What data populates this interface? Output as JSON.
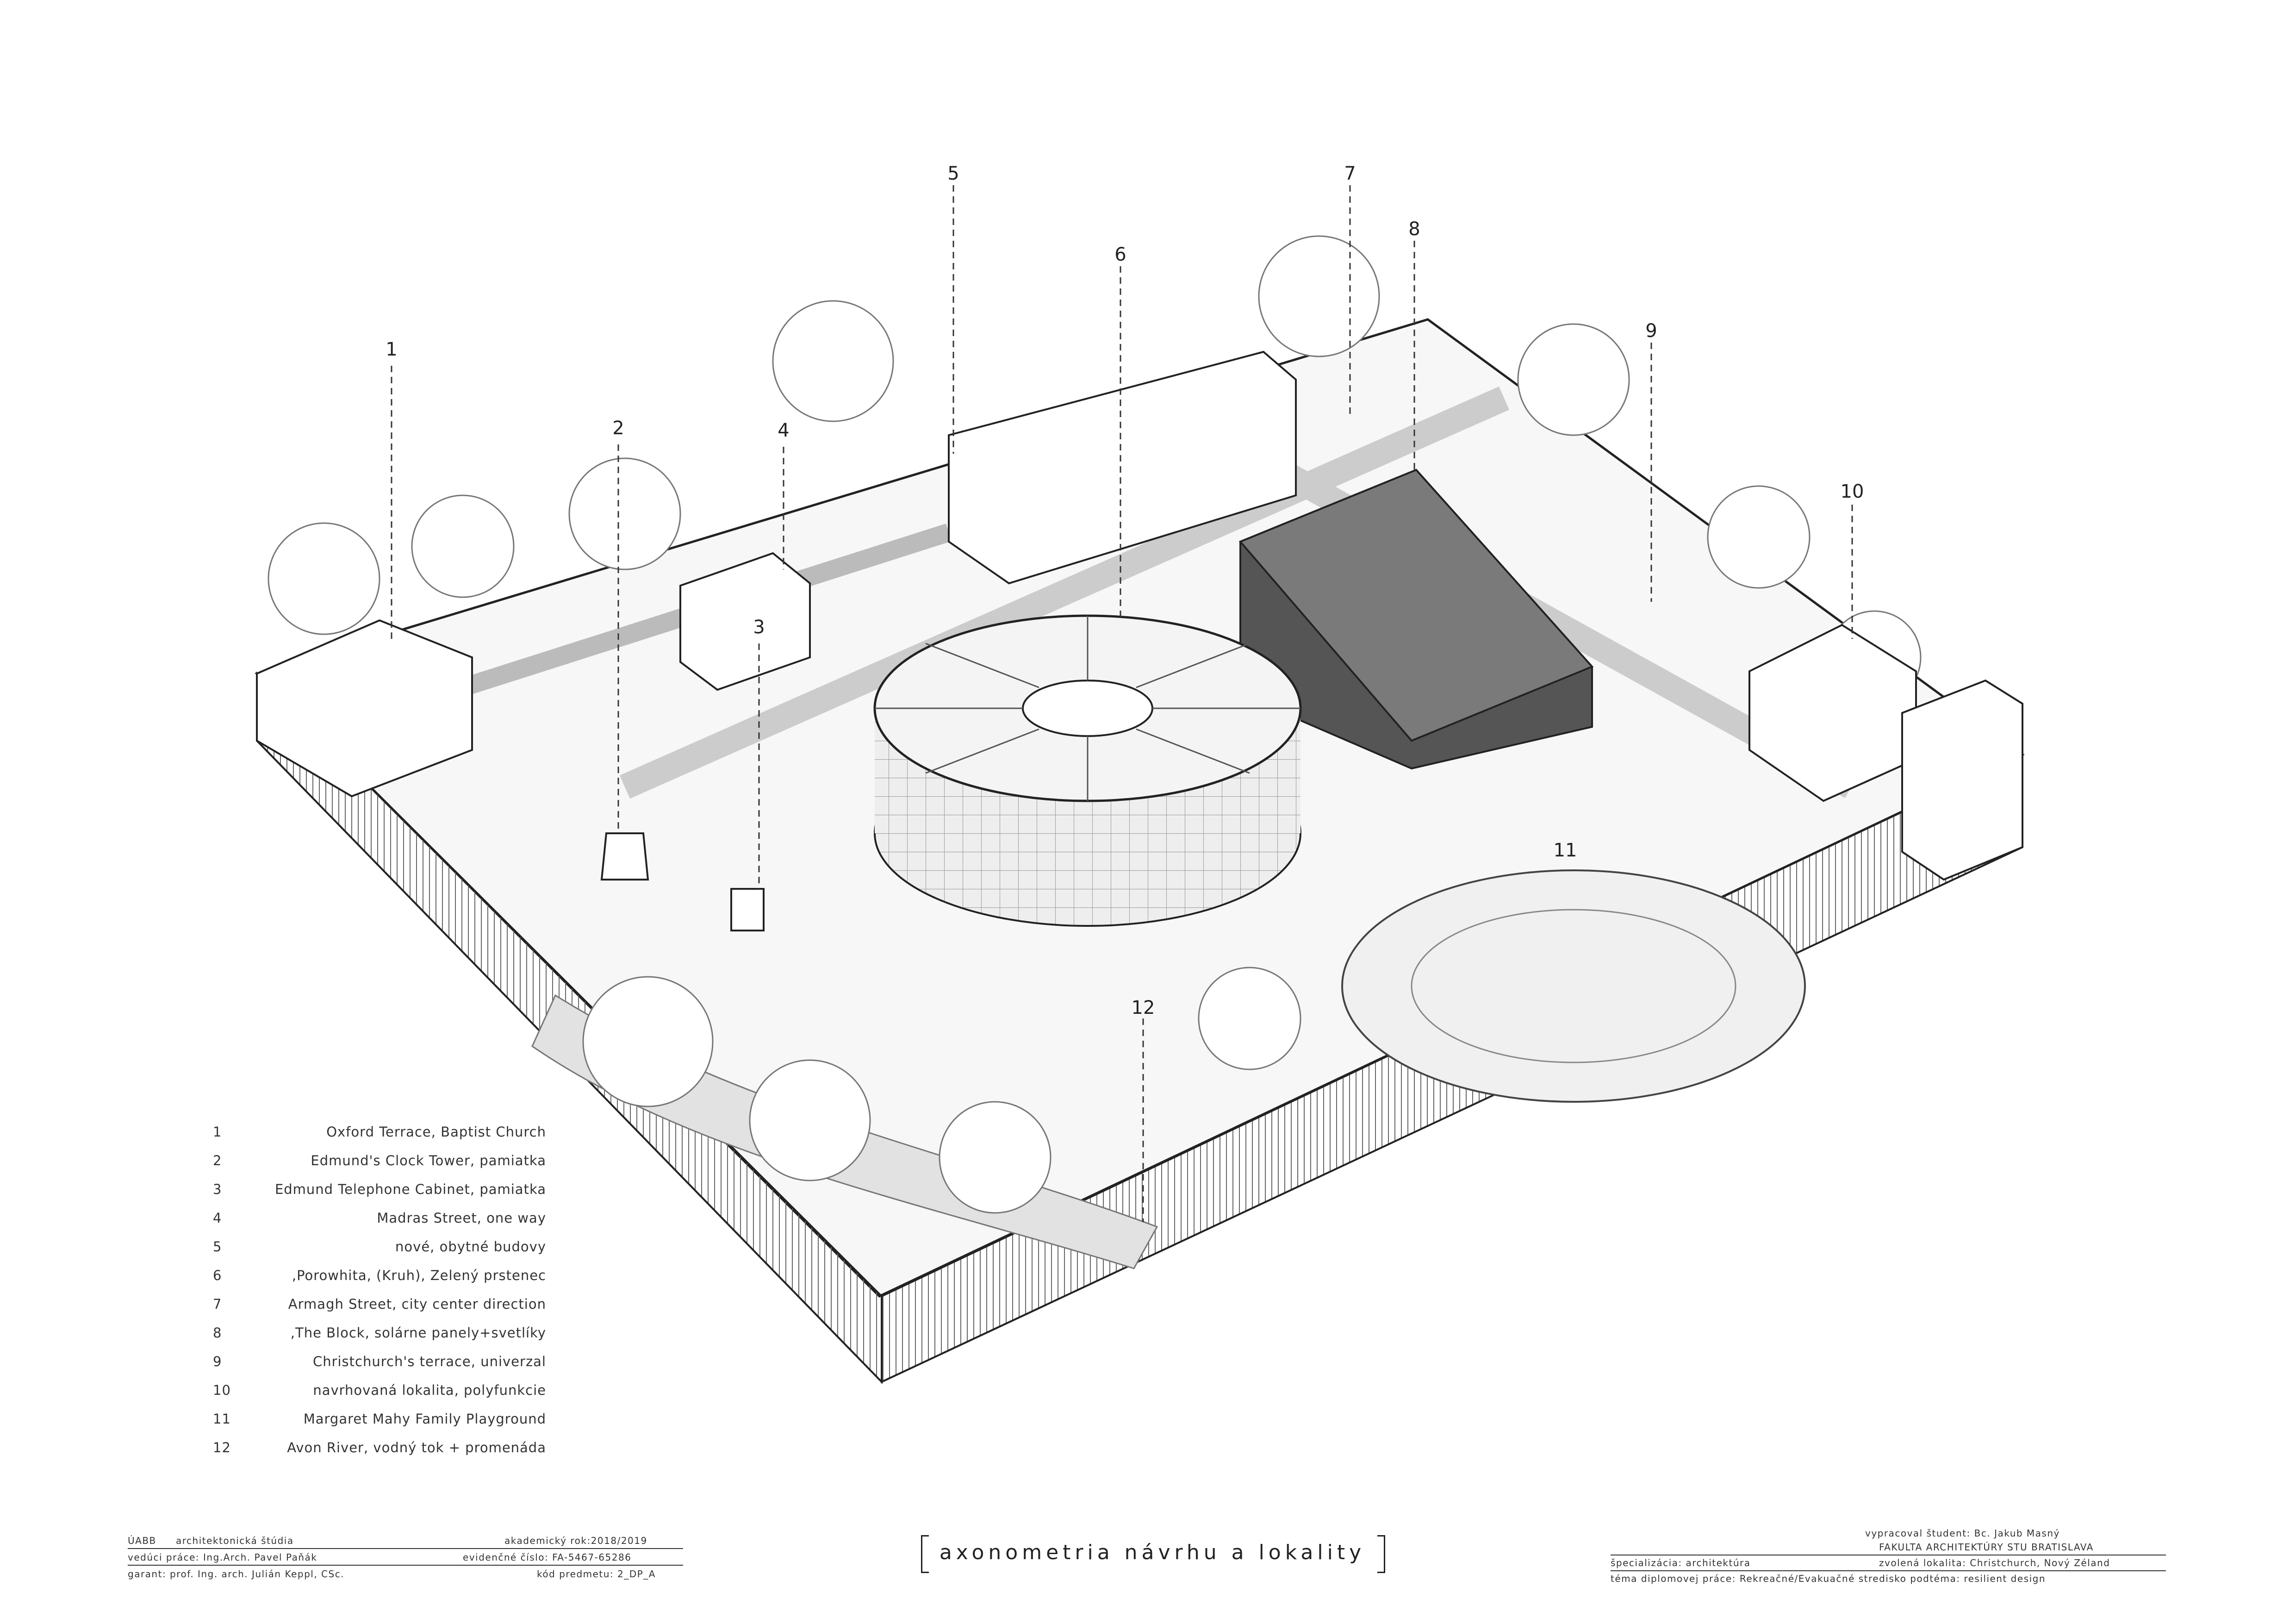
{
  "callouts": [
    "1",
    "2",
    "3",
    "4",
    "5",
    "6",
    "7",
    "8",
    "9",
    "10",
    "11",
    "12"
  ],
  "legend": [
    {
      "num": "1",
      "text": "Oxford Terrace, Baptist Church"
    },
    {
      "num": "2",
      "text": "Edmund's Clock Tower, pamiatka"
    },
    {
      "num": "3",
      "text": "Edmund Telephone Cabinet, pamiatka"
    },
    {
      "num": "4",
      "text": "Madras Street, one way"
    },
    {
      "num": "5",
      "text": "nové, obytné budovy"
    },
    {
      "num": "6",
      "text": ",Porowhita, (Kruh), Zelený prstenec"
    },
    {
      "num": "7",
      "text": "Armagh Street, city center direction"
    },
    {
      "num": "8",
      "text": ",The Block, solárne panely+svetlíky"
    },
    {
      "num": "9",
      "text": "Christchurch's terrace, univerzal"
    },
    {
      "num": "10",
      "text": "navrhovaná lokalita, polyfunkcie"
    },
    {
      "num": "11",
      "text": "Margaret Mahy Family Playground"
    },
    {
      "num": "12",
      "text": "Avon River, vodný tok + promenáda"
    }
  ],
  "title_block_left": {
    "institute": "ÚABB",
    "studio": "architektonická štúdia",
    "supervisor": "vedúci práce: Ing.Arch. Pavel Paňák",
    "guarantor": "garant: prof. Ing. arch. Julián Keppl, CSc.",
    "academic_year": "akademický rok:2018/2019",
    "registration": "evidenčné číslo: FA-5467-65286",
    "subject_code": "kód predmetu: 2_DP_A"
  },
  "sheet_title": "axonometria návrhu a lokality",
  "title_block_right": {
    "student": "vypracoval študent: Bc. Jakub Masný",
    "faculty": "FAKULTA ARCHITEKTÚRY STU BRATISLAVA",
    "specialization": "špecializácia: architektúra",
    "location": "zvolená lokalita: Christchurch, Nový Zéland",
    "thesis_topic": "téma diplomovej práce: Rekreačné/Evakuačné stredisko podtéma: resilient design"
  }
}
